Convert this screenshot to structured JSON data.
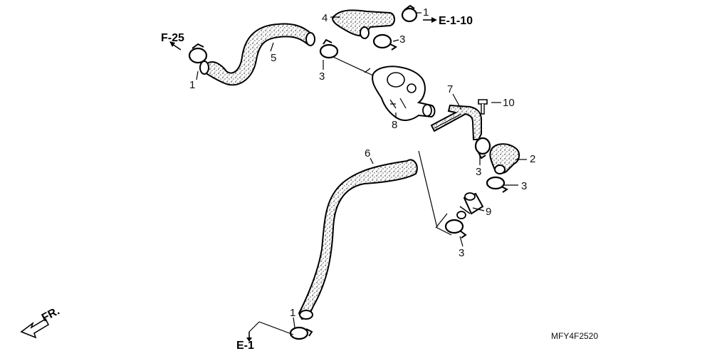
{
  "diagram": {
    "callouts": {
      "c1_top": "1",
      "c1_left": "1",
      "c1_bottom": "1",
      "c2": "2",
      "c3_a": "3",
      "c3_b": "3",
      "c3_c": "3",
      "c3_d": "3",
      "c3_e": "3",
      "c4": "4",
      "c5": "5",
      "c6": "6",
      "c7": "7",
      "c8": "8",
      "c9": "9",
      "c10": "10"
    },
    "references": {
      "e110": "E-1-10",
      "f25": "F-25",
      "e1": "E-1"
    },
    "front_label": "FR.",
    "diagram_code": "MFY4F2520"
  }
}
